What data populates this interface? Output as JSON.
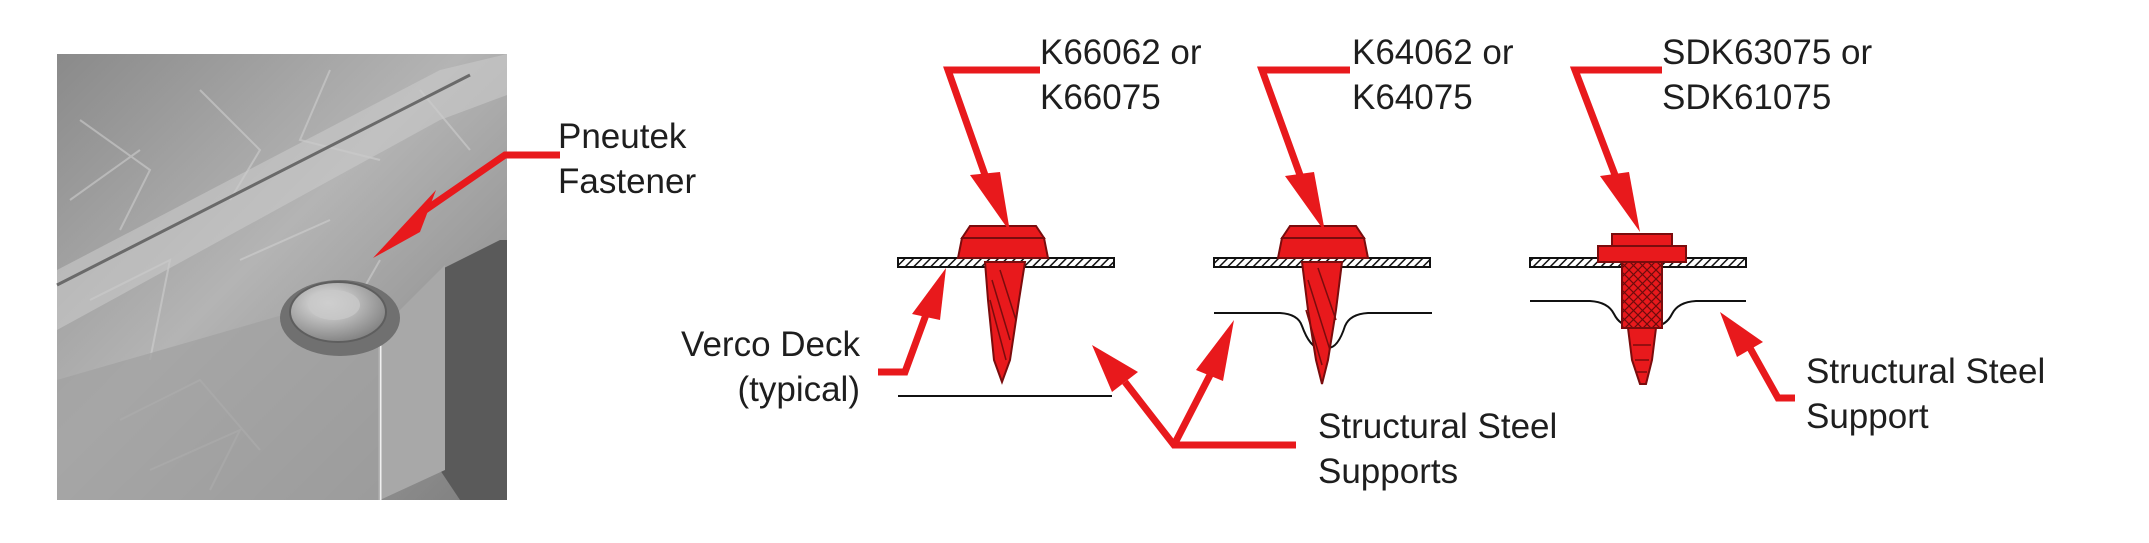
{
  "photo": {
    "callout": [
      "Pneutek",
      "Fastener"
    ]
  },
  "fasteners": [
    {
      "label": [
        "K66062 or",
        "K66075"
      ]
    },
    {
      "label": [
        "K64062 or",
        "K64075"
      ]
    },
    {
      "label": [
        "SDK63075 or",
        "SDK61075"
      ]
    }
  ],
  "deck_callout": [
    "Verco Deck",
    "(typical)"
  ],
  "supports_callout": [
    "Structural Steel",
    "Supports"
  ],
  "support_callout": [
    "Structural Steel",
    "Support"
  ],
  "colors": {
    "accent": "#e8191c",
    "dark_red": "#8a0e10",
    "text": "#1e1e1e",
    "photo_bg": "#9b9b9b"
  }
}
